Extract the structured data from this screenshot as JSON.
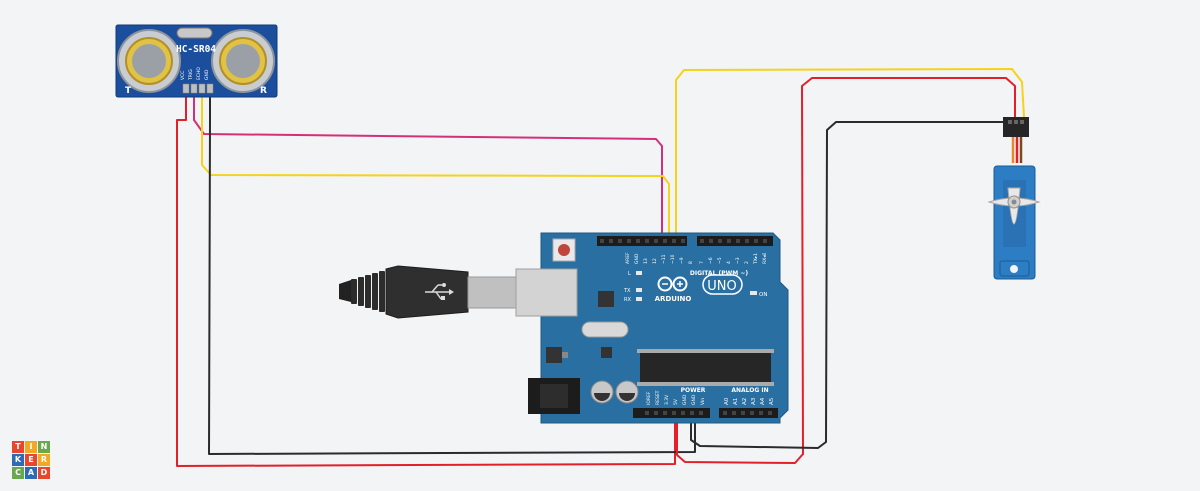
{
  "sensor": {
    "model": "HC-SR04",
    "left_mark": "T",
    "right_mark": "R",
    "pins": [
      "VCC",
      "TRIG",
      "ECHO",
      "GND"
    ]
  },
  "arduino": {
    "brand": "ARDUINO",
    "model": "UNO",
    "digital_label": "DIGITAL (PWM ~)",
    "power_label": "POWER",
    "analog_label": "ANALOG IN",
    "on_label": "ON",
    "led_l": "L",
    "led_tx": "TX",
    "led_rx": "RX",
    "digital_pins": [
      "AREF",
      "GND",
      "13",
      "12",
      "~11",
      "~10",
      "~9",
      "8",
      "7",
      "~6",
      "~5",
      "4",
      "~3",
      "2",
      "TX▸1",
      "RX◂0"
    ],
    "power_pins": [
      "IOREF",
      "RESET",
      "3.3V",
      "5V",
      "GND",
      "GND",
      "Vin"
    ],
    "analog_pins": [
      "A0",
      "A1",
      "A2",
      "A3",
      "A4",
      "A5"
    ]
  },
  "logo": {
    "letters": [
      "T",
      "I",
      "N",
      "K",
      "E",
      "R",
      "C",
      "A",
      "D"
    ]
  },
  "colors": {
    "canvas": "#f2f4f6",
    "wire_red": "#e3202a",
    "wire_black": "#2b2b2b",
    "wire_yellow": "#f5d31a",
    "wire_magenta": "#d4307a",
    "board": "#2a6fa1",
    "sensor_board": "#1b4f9e",
    "servo": "#2c7dc4"
  },
  "icons": {
    "usb": "usb-icon",
    "infinity": "arduino-infinity-icon"
  }
}
